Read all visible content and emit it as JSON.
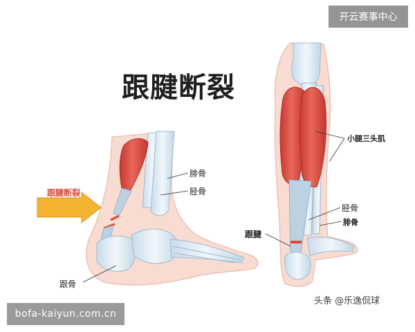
{
  "diagram": {
    "title": "跟腱断裂",
    "rupture_label": "跟腱断裂",
    "left_fibula": "腓骨",
    "left_tibia": "胫骨",
    "left_heel": "跟骨",
    "right_muscle": "小腿三头肌",
    "right_tibia": "胫骨",
    "right_fibula": "腓骨",
    "right_tendon": "跟腱"
  },
  "watermarks": {
    "top_badge": "开云赛事中心",
    "bottom_url": "bofa-kaiyun.com.cn",
    "credit": "头条 @乐逸侃球"
  },
  "colors": {
    "skin": "#f8dcd2",
    "bone": "#dbe8f2",
    "muscle": "#d94a3e",
    "tendon": "#b9cfdf",
    "arrow": "#f2b431"
  }
}
